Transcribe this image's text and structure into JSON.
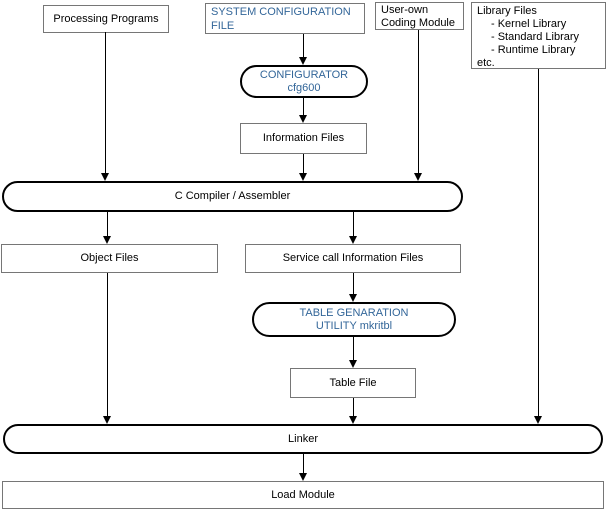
{
  "diagram": {
    "colors": {
      "accent_blue": "#336699",
      "rect_border": "#767676",
      "stadium_border": "#000000",
      "background": "#ffffff",
      "arrow": "#000000"
    },
    "nodes": {
      "processing_programs": {
        "label": "Processing Programs"
      },
      "system_configuration_file": {
        "lines": [
          "SYSTEM CONFIGURATION",
          "FILE"
        ]
      },
      "user_own_coding_module": {
        "lines": [
          "User-own",
          "Coding Module"
        ]
      },
      "library_files": {
        "lines": [
          "Library Files",
          "- Kernel Library",
          "- Standard Library",
          "- Runtime Library",
          "etc."
        ]
      },
      "configurator": {
        "lines": [
          "CONFIGURATOR",
          "cfg600"
        ]
      },
      "information_files": {
        "label": "Information Files"
      },
      "c_compiler": {
        "label": "C Compiler / Assembler"
      },
      "object_files": {
        "label": "Object Files"
      },
      "service_call_information_files": {
        "label": "Service call Information Files"
      },
      "table_generation_utility": {
        "lines": [
          "TABLE GENARATION",
          "UTILITY mkritbl"
        ]
      },
      "table_file": {
        "label": "Table File"
      },
      "linker": {
        "label": "Linker"
      },
      "load_module": {
        "label": "Load Module"
      }
    },
    "edges": [
      {
        "from": "processing_programs",
        "to": "c_compiler"
      },
      {
        "from": "system_configuration_file",
        "to": "configurator"
      },
      {
        "from": "configurator",
        "to": "information_files"
      },
      {
        "from": "information_files",
        "to": "c_compiler"
      },
      {
        "from": "user_own_coding_module",
        "to": "c_compiler"
      },
      {
        "from": "library_files",
        "to": "linker"
      },
      {
        "from": "c_compiler",
        "to": "object_files"
      },
      {
        "from": "c_compiler",
        "to": "service_call_information_files"
      },
      {
        "from": "service_call_information_files",
        "to": "table_generation_utility"
      },
      {
        "from": "table_generation_utility",
        "to": "table_file"
      },
      {
        "from": "object_files",
        "to": "linker"
      },
      {
        "from": "table_file",
        "to": "linker"
      },
      {
        "from": "linker",
        "to": "load_module"
      }
    ]
  }
}
